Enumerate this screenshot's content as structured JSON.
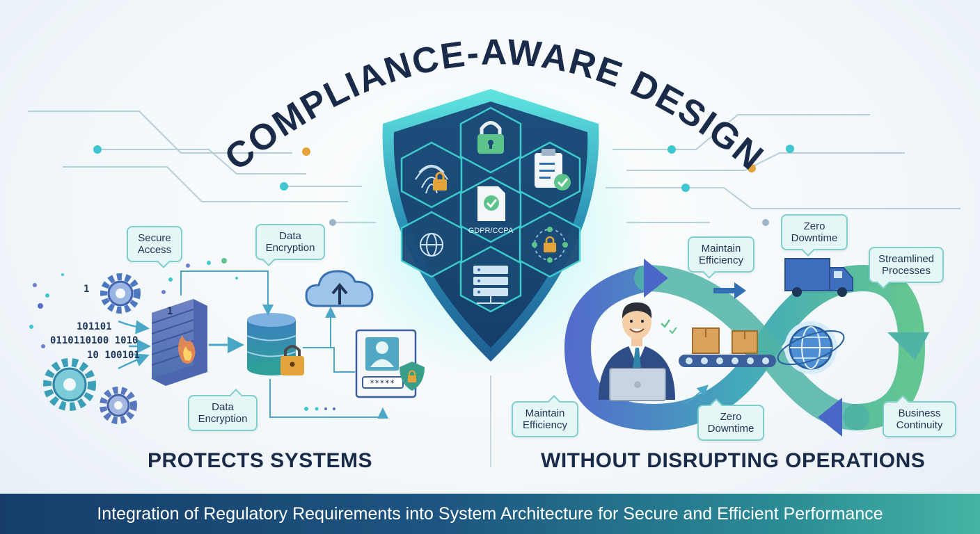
{
  "title": "COMPLIANCE-AWARE DESIGN",
  "shield_label": "GDPR/CCPA",
  "left": {
    "caption": "PROTECTS SYSTEMS",
    "labels": {
      "secure_access": "Secure Access",
      "data_encryption_top": "Data Encryption",
      "data_encryption_bottom": "Data Encryption"
    },
    "binary": [
      "1",
      "101101",
      "0110110100 1010",
      "10 100101",
      "1"
    ],
    "password_mask": "*****"
  },
  "right": {
    "caption": "WITHOUT DISRUPTING OPERATIONS",
    "labels": {
      "maintain_efficiency_top": "Maintain Efficiency",
      "zero_downtime_top": "Zero Downtime",
      "streamlined_processes": "Streamlined Processes",
      "maintain_efficiency_bottom": "Maintain Efficiency",
      "zero_downtime_bottom": "Zero Downtime",
      "business_continuity": "Business Continuity"
    }
  },
  "footer": "Integration of Regulatory Requirements into System Architecture for Secure and Efficient Performance",
  "colors": {
    "navy": "#1a2b4a",
    "teal": "#3fb8b0",
    "blue": "#2f6fb2",
    "green": "#5cc48a",
    "orange": "#e3a23a"
  },
  "icons": [
    "fingerprint-lock-icon",
    "padlock-icon",
    "clipboard-check-icon",
    "document-check-icon",
    "globe-icon",
    "network-lock-icon",
    "server-icon",
    "firewall-icon",
    "database-lock-icon",
    "cloud-upload-icon",
    "user-shield-icon",
    "gear-icon",
    "businessman-laptop-icon",
    "conveyor-boxes-icon",
    "delivery-truck-icon",
    "infinity-arrow-icon"
  ]
}
